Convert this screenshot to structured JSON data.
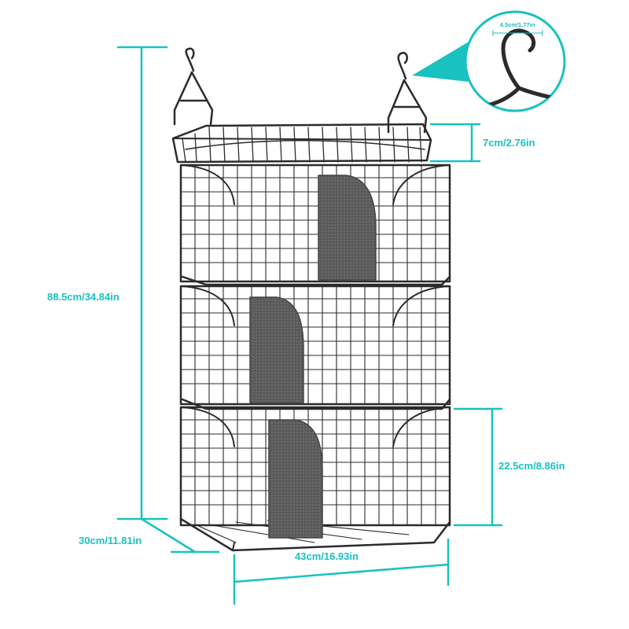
{
  "colors": {
    "accent": "#18c2c0",
    "wire": "#2b2b2b",
    "divider": "#5a5a5a",
    "background": "#ffffff"
  },
  "product": {
    "name": "three-tier hanging wire basket organizer",
    "tiers": 3
  },
  "dimensions": {
    "height": "88.5cm/34.84in",
    "depth": "30cm/11.81in",
    "width": "43cm/16.93in",
    "tier_height": "22.5cm/8.86in",
    "top_rail_height": "7cm/2.76in",
    "hook": "4.5cm/1.77in"
  }
}
